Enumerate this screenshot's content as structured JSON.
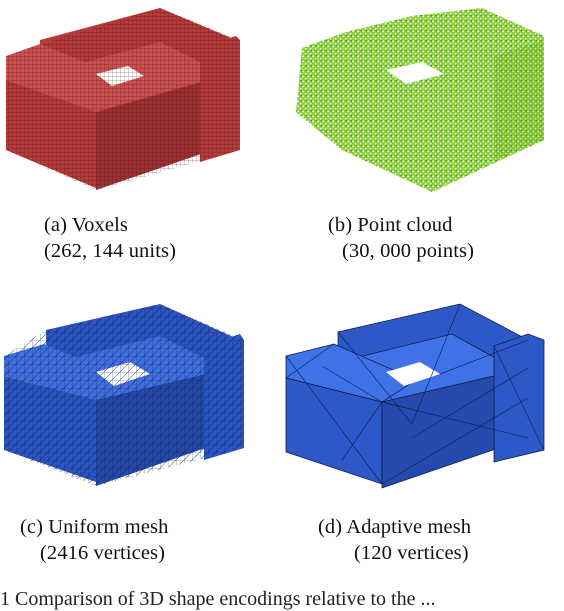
{
  "panels": {
    "a": {
      "caption": "(a) Voxels",
      "detail": "(262, 144 units)",
      "colors": {
        "top": "#cf4e4e",
        "front": "#b63a3a",
        "side": "#a02f2f",
        "grid": "#3a0d0d"
      }
    },
    "b": {
      "caption": "(b) Point cloud",
      "detail": "(30, 000 points)",
      "colors": {
        "top": "#8cd23c",
        "front": "#6fb226",
        "side": "#5a9a1c",
        "grid": "#2a4a10"
      }
    },
    "c": {
      "caption": "(c) Uniform mesh",
      "detail": "(2416 vertices)",
      "colors": {
        "top": "#3f6fe0",
        "front": "#2c55c4",
        "side": "#2448aa",
        "grid": "#0b1a44"
      }
    },
    "d": {
      "caption": "(d) Adaptive mesh",
      "detail": "(120 vertices)",
      "colors": {
        "top": "#3f72e6",
        "front": "#2d58c8",
        "side": "#2549ad",
        "grid": "#0d1d4a"
      }
    }
  },
  "footer_text": "1 Comparison of 3D shape encodings relative to the ..."
}
